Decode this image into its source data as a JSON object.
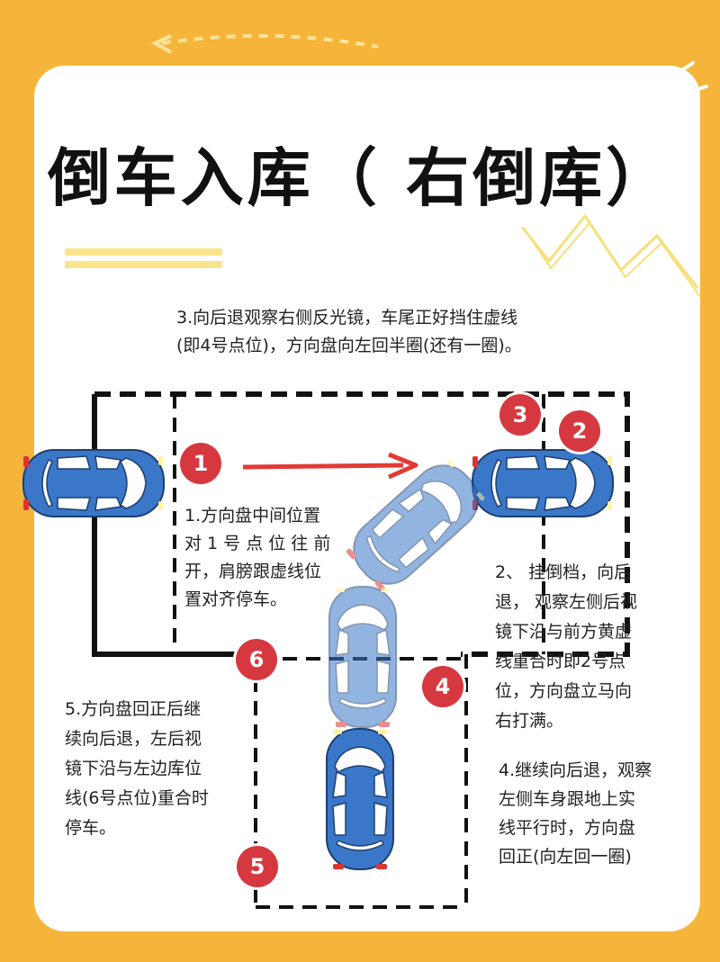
{
  "title": "倒车入库（ 右倒库）",
  "steps": {
    "step1": {
      "number": "1",
      "lines": [
        "1.方向盘中间位置",
        "对 1 号 点 位 往 前",
        "开，肩膀跟虚线位",
        "置对齐停车。"
      ]
    },
    "step2": {
      "number": "2",
      "lines": [
        "2、 挂倒档，向后",
        "退， 观察左侧后视",
        "镜下沿与前方黄虚",
        "线重合时即2号点",
        "位，方向盘立马向",
        "右打满。"
      ]
    },
    "step3": {
      "number": "3",
      "lines": [
        "3.向后退观察右侧反光镜，车尾正好挡住虚线",
        "(即4号点位)，方向盘向左回半圈(还有一圈)。"
      ]
    },
    "step4": {
      "number": "4",
      "lines": [
        "4.继续向后退，观察",
        "左侧车身跟地上实",
        "线平行时，方向盘",
        "回正(向左回一圈)"
      ]
    },
    "step5": {
      "number": "5",
      "lines": [
        "5.方向盘回正后继",
        "续向后退，左后视",
        "镜下沿与左边库位",
        "线(6号点位)重合时",
        "停车。"
      ]
    },
    "step6": {
      "number": "6"
    }
  },
  "colors": {
    "background": "#F4B53A",
    "card": "#FFFFFF",
    "car": "#3A77C8",
    "car_faded": "#8FB0DC",
    "badge": "#D6383F",
    "arrow": "#E23A36",
    "lines": "#111111"
  },
  "icons": [
    "car-icon",
    "arrow-right-icon"
  ]
}
